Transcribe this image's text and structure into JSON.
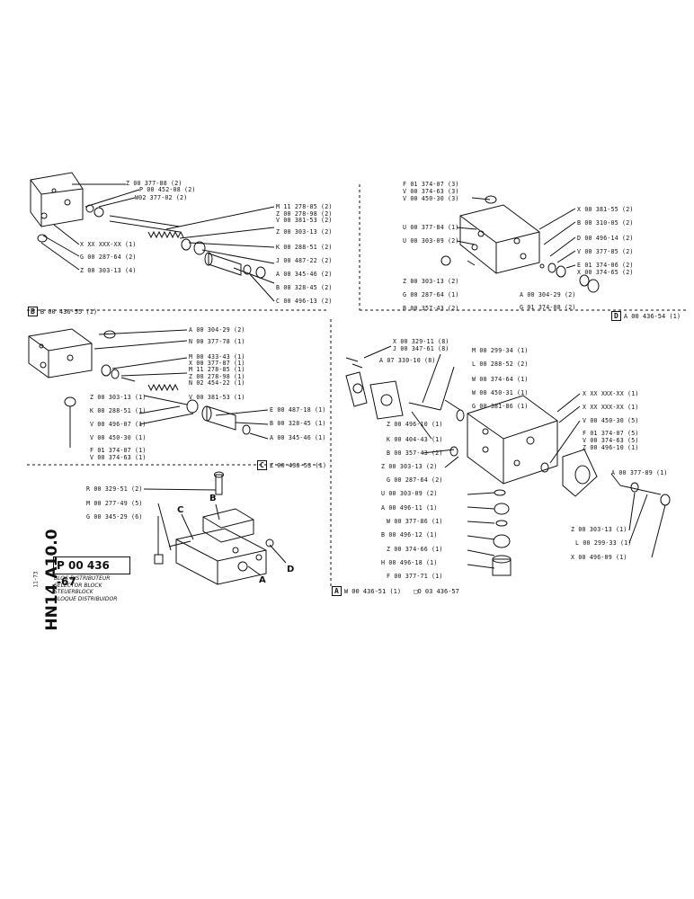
{
  "title_block": {
    "vertical_code": "HN14 A10.0",
    "date": "11-73",
    "part_number": "P 00 436 -67",
    "titles": [
      "BLOC DISTRIBUTEUR",
      "SELECTOR BLOCK",
      "STEUERBLOCK",
      "BLOQUE DISTRIBUIDOR"
    ]
  },
  "sections": {
    "B": {
      "box": "B",
      "text": "B 00 436-55 (1)"
    },
    "D": {
      "box": "D",
      "text": "A 00 436-54 (1)"
    },
    "C": {
      "box": "C",
      "text": "Z 00 436-53 (1)"
    },
    "A": {
      "box": "A",
      "text": "W 00 436-51 (1)",
      "extra": "□O 03 436-57"
    }
  },
  "section_b_labels": [
    "Z 00 377-88 (2)",
    "P 00 452-08 (2)",
    "W02 377-02 (2)",
    "M 11 278-85 (2)",
    "Z 00 278-98 (2)",
    "V 00 381-53 (2)",
    "Z 00 303-13 (2)",
    "K 00 288-51 (2)",
    "J 00 487-22 (2)",
    "A 00 345-46 (2)",
    "B 00 328-45 (2)",
    "C 00 496-13 (2)",
    "X XX XXX-XX (1)",
    "G 00 287-64 (2)",
    "Z 00 303-13 (4)"
  ],
  "section_d_labels": [
    "F 01 374-07 (3)",
    "V 00 374-63 (3)",
    "V 00 450-30 (3)",
    "U 00 377-84 (1)",
    "U 00 303-09 (2)",
    "X 00 381-55 (2)",
    "B 00 310-05 (2)",
    "D 00 496-14 (2)",
    "V 00 377-85 (2)",
    "E 01 374-06 (2)",
    "X 00 374-65 (2)",
    "Z 00 303-13 (2)",
    "G 00 287-64 (1)",
    "B 00 357-43 (2)",
    "A 00 304-29 (2)",
    "G 01 374-08 (2)"
  ],
  "section_c_labels": [
    "A 00 304-29 (2)",
    "N 00 377-78 (1)",
    "M 00 433-43 (1)",
    "X 00 377-87 (1)",
    "M 11 278-85 (1)",
    "Z 00 278-98 (1)",
    "N 02 454-22 (1)",
    "Z 00 303-13 (1)",
    "V 00 381-53 (1)",
    "K 00 288-51 (1)",
    "E 00 487-18 (1)",
    "V 00 496-07 (1)",
    "B 00 328-45 (1)",
    "V 00 450-30 (1)",
    "A 00 345-46 (1)",
    "F 01 374-07 (1)",
    "V 00 374-63 (1)"
  ],
  "section_a_labels": [
    "X 00 329-11 (8)",
    "J 00 347-61 (8)",
    "A 07 330-10 (8)",
    "M 00 299-34 (1)",
    "L 00 288-52 (2)",
    "W 00 374-64 (1)",
    "W 00 450-31 (1)",
    "G 00 381-86 (1)",
    "Z 00 496-10 (1)",
    "K 00 404-43 (1)",
    "B 00 357-43 (2)",
    "Z 00 303-13 (2)",
    "G 00 287-64 (2)",
    "U 00 303-09 (2)",
    "A 00 496-11 (1)",
    "W 00 377-86 (1)",
    "B 00 496-12 (1)",
    "Z 00 374-66 (1)",
    "H 00 496-18 (1)",
    "F 00 377-71 (1)",
    "X XX XXX-XX (1)",
    "X XX XXX-XX (1)",
    "V 00 450-30 (5)",
    "F 01 374-07 (5)",
    "V 00 374-63 (5)",
    "Z 00 496-10 (1)",
    "A 00 377-89 (1)",
    "Z 00 303-13 (1)",
    "L 00 299-33 (1)",
    "X 00 496-09 (1)"
  ],
  "assembly_labels": [
    "R 00 329-51 (2)",
    "M 00 277-49 (5)",
    "G 00 345-29 (6)",
    "B",
    "C",
    "A",
    "D"
  ]
}
